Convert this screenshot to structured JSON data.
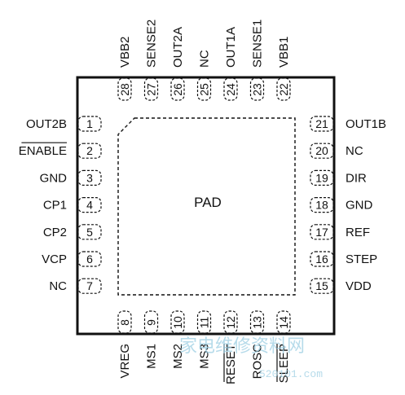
{
  "package": {
    "pad_label": "PAD",
    "colors": {
      "line": "#111111",
      "watermark": "#9ecfe3"
    }
  },
  "pins": {
    "left": [
      {
        "num": "1",
        "label": "OUT2B",
        "overline": false
      },
      {
        "num": "2",
        "label": "ENABLE",
        "overline": true
      },
      {
        "num": "3",
        "label": "GND",
        "overline": false
      },
      {
        "num": "4",
        "label": "CP1",
        "overline": false
      },
      {
        "num": "5",
        "label": "CP2",
        "overline": false
      },
      {
        "num": "6",
        "label": "VCP",
        "overline": false
      },
      {
        "num": "7",
        "label": "NC",
        "overline": false
      }
    ],
    "bottom": [
      {
        "num": "8",
        "label": "VREG",
        "overline": false
      },
      {
        "num": "9",
        "label": "MS1",
        "overline": false
      },
      {
        "num": "10",
        "label": "MS2",
        "overline": false
      },
      {
        "num": "11",
        "label": "MS3",
        "overline": false
      },
      {
        "num": "12",
        "label": "RESET",
        "overline": true
      },
      {
        "num": "13",
        "label": "ROSC",
        "overline": false
      },
      {
        "num": "14",
        "label": "SLEEP",
        "overline": true
      }
    ],
    "right": [
      {
        "num": "15",
        "label": "VDD",
        "overline": false
      },
      {
        "num": "16",
        "label": "STEP",
        "overline": false
      },
      {
        "num": "17",
        "label": "REF",
        "overline": false
      },
      {
        "num": "18",
        "label": "GND",
        "overline": false
      },
      {
        "num": "19",
        "label": "DIR",
        "overline": false
      },
      {
        "num": "20",
        "label": "NC",
        "overline": false
      },
      {
        "num": "21",
        "label": "OUT1B",
        "overline": false
      }
    ],
    "top": [
      {
        "num": "22",
        "label": "VBB1",
        "overline": false
      },
      {
        "num": "23",
        "label": "SENSE1",
        "overline": false
      },
      {
        "num": "24",
        "label": "OUT1A",
        "overline": false
      },
      {
        "num": "25",
        "label": "NC",
        "overline": false
      },
      {
        "num": "26",
        "label": "OUT2A",
        "overline": false
      },
      {
        "num": "27",
        "label": "SENSE2",
        "overline": false
      },
      {
        "num": "28",
        "label": "VBB2",
        "overline": false
      }
    ]
  },
  "watermark": {
    "text": "家电维修资料网",
    "url": "520101.com"
  }
}
